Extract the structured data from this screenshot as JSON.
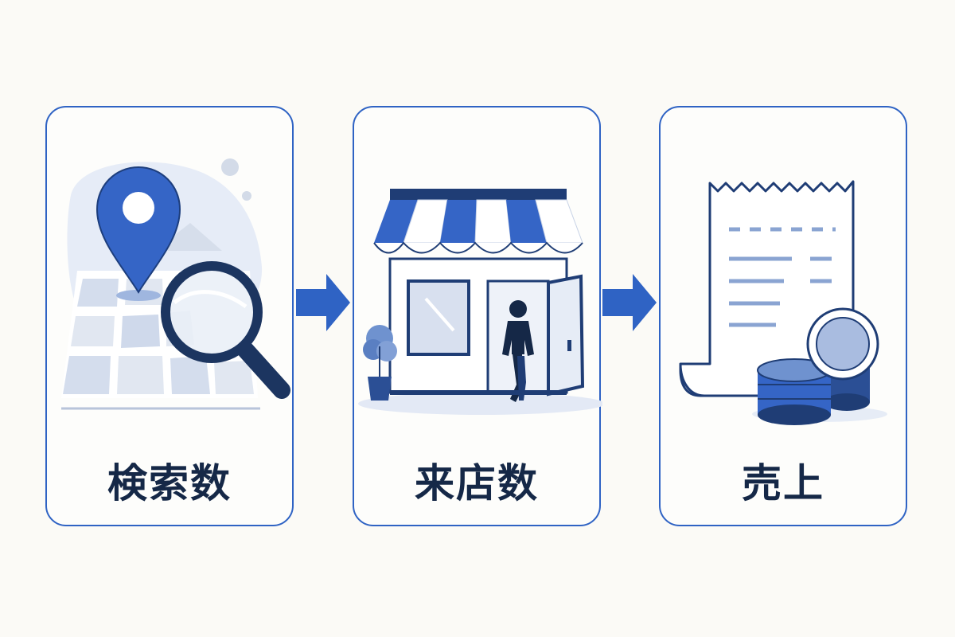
{
  "steps": [
    {
      "label": "検索数",
      "icon": "map-pin-search-icon"
    },
    {
      "label": "来店数",
      "icon": "storefront-icon"
    },
    {
      "label": "売上",
      "icon": "receipt-coins-icon"
    }
  ],
  "connector_icon": "arrow-right-icon",
  "colors": {
    "accent": "#2f63c4",
    "dark": "#152847",
    "light": "#d8e2f4",
    "background": "#fbfaf6"
  }
}
